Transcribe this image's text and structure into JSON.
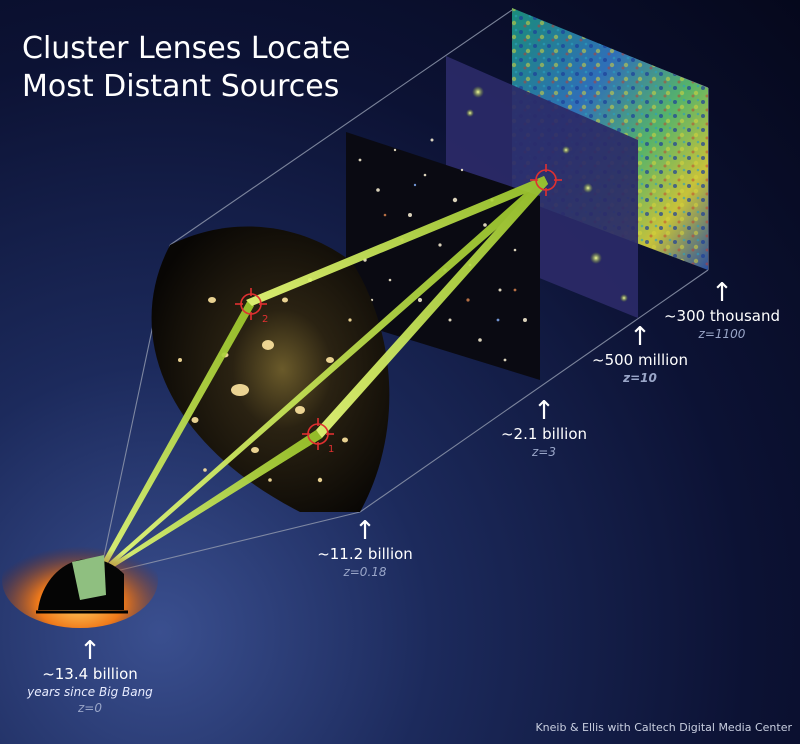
{
  "title": {
    "line1": "Cluster Lenses Locate",
    "line2": "Most Distant Sources"
  },
  "markers": {
    "m1": "1",
    "m2": "2"
  },
  "timeline": [
    {
      "arrow": "↑",
      "time": "~13.4 billion",
      "note": "years since Big Bang",
      "z": "z=0"
    },
    {
      "arrow": "↑",
      "time": "~11.2 billion",
      "z": "z=0.18"
    },
    {
      "arrow": "↑",
      "time": "~2.1 billion",
      "z": "z=3"
    },
    {
      "arrow": "↑",
      "time": "~500 million",
      "z": "z=10"
    },
    {
      "arrow": "↑",
      "time": "~300 thousand",
      "z": "z=1100"
    }
  ],
  "credit": "Kneib & Ellis with Caltech Digital Media Center",
  "colors": {
    "beam": "#b8e040",
    "target": "#e03030",
    "label": "#ffffff",
    "z_label": "#9aa6c8"
  }
}
